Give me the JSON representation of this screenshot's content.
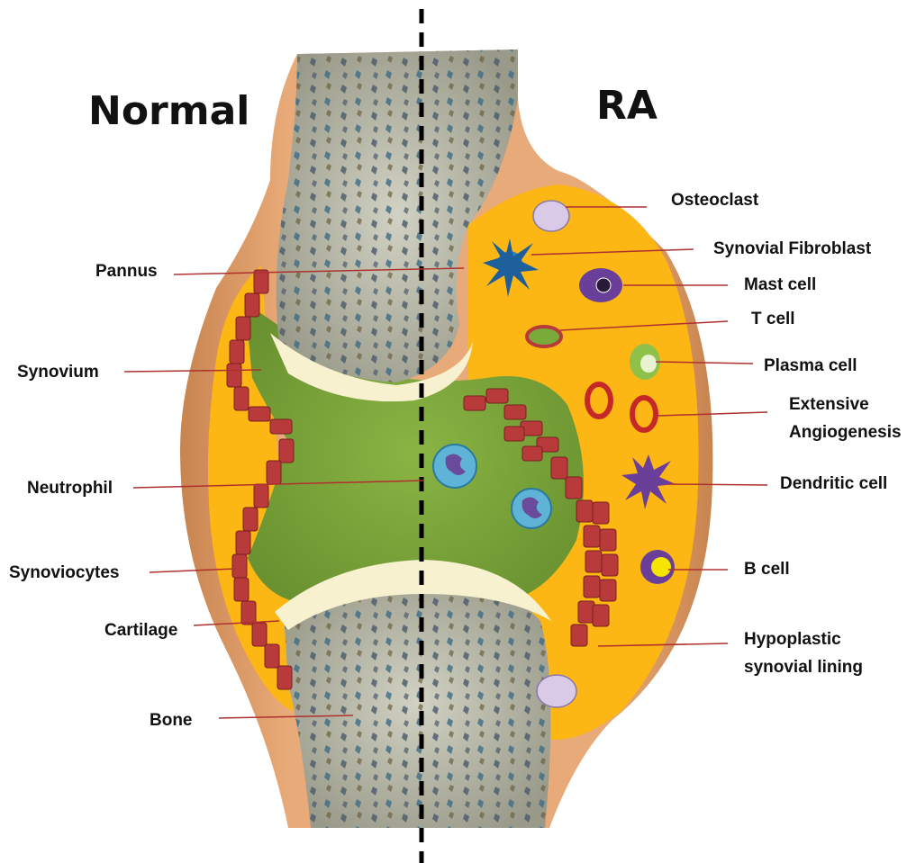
{
  "headings": {
    "normal": "Normal",
    "ra": "RA"
  },
  "labels_left": {
    "pannus": "Pannus",
    "synovium": "Synovium",
    "neutrophil": "Neutrophil",
    "synoviocytes": "Synoviocytes",
    "cartilage": "Cartilage",
    "bone": "Bone"
  },
  "labels_right": {
    "osteoclast": "Osteoclast",
    "synovial_fibroblast": "Synovial Fibroblast",
    "mast_cell": "Mast cell",
    "t_cell": "T cell",
    "plasma_cell": "Plasma cell",
    "angiogenesis_line1": "Extensive",
    "angiogenesis_line2": "Angiogenesis",
    "dendritic_cell": "Dendritic cell",
    "b_cell": "B cell",
    "hypoplastic_line1": "Hypoplastic",
    "hypoplastic_line2": "synovial lining"
  },
  "colors": {
    "capsule": "#e2a06e",
    "synovial_fluid": "#fdb714",
    "synovium": "#7ea43a",
    "bone": "#bdbdac",
    "cartilage": "#f7f1cf",
    "synoviocyte": "#b83a3a",
    "leader_line": "#b03030"
  }
}
